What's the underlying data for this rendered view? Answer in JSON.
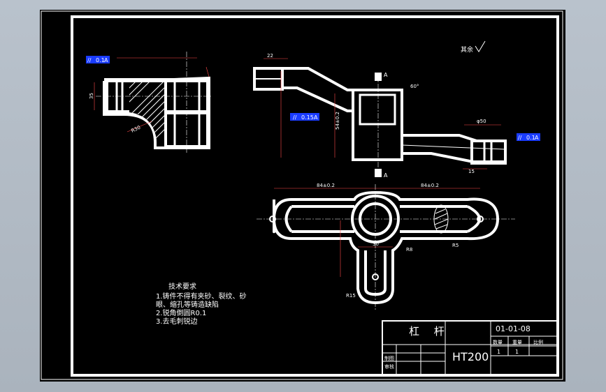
{
  "title_block": {
    "part_name": "杠  杆",
    "drawing_no": "01-01-08",
    "material": "HT200",
    "scale_headers": [
      "数量",
      "重量",
      "比例"
    ],
    "row_values": [
      "1",
      "1"
    ],
    "row_labels": [
      "制图",
      "审核"
    ]
  },
  "tech_requirements": {
    "heading": "技术要求",
    "lines": [
      "1.铸件不得有夹砂、裂纹、砂",
      "眼、缩孔等铸造缺陷",
      "2.锐角倒圆R0.1",
      "3.去毛刺锐边"
    ]
  },
  "roughness_note": "其余",
  "tolerance_frames": [
    {
      "sym": "//",
      "val": "0.1",
      "datum": "A"
    },
    {
      "sym": "//",
      "val": "0.15",
      "datum": "A"
    },
    {
      "sym": "//",
      "val": "0.1",
      "datum": "A"
    }
  ],
  "section_label": "A",
  "dims": {
    "top_left": "84±0.2",
    "top_right": "84±0.2",
    "d30": "30",
    "r8": "R8",
    "r15": "R15",
    "r5": "R5",
    "r30": "R30",
    "h54": "54±0.2",
    "w50": "φ50",
    "d15": "15",
    "d35": "35",
    "d22": "22",
    "a60": "60°"
  }
}
